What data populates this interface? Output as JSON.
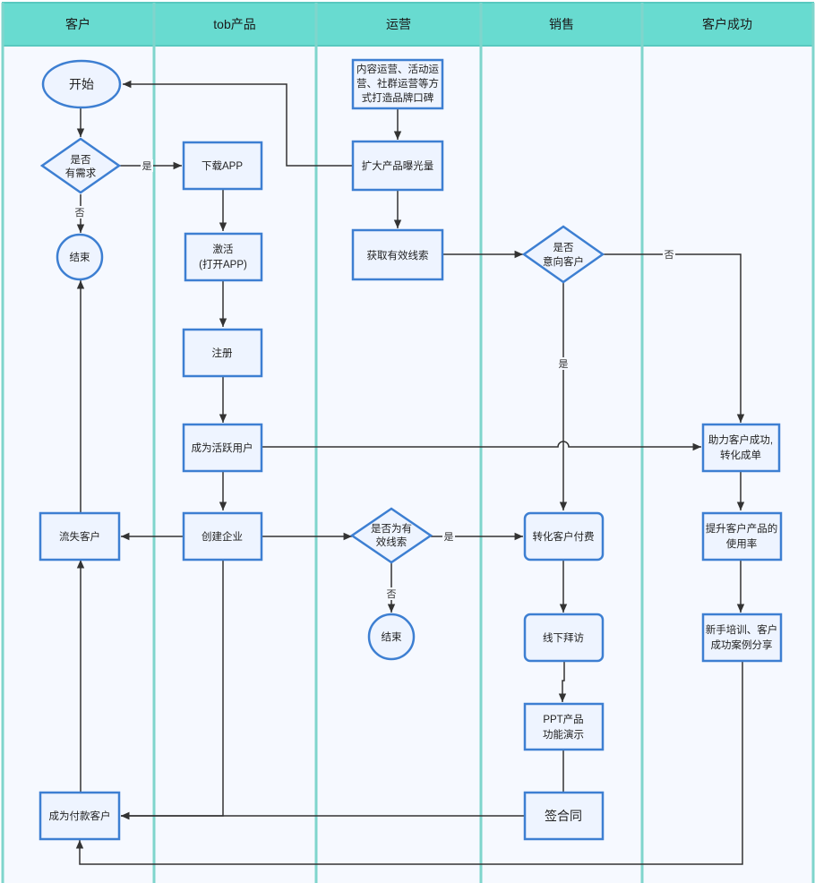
{
  "lanes": [
    "客户",
    "tob产品",
    "运营",
    "销售",
    "客户成功"
  ],
  "nodes": {
    "start": "开始",
    "need": [
      "是否",
      "有需求"
    ],
    "end1": "结束",
    "download": "下载APP",
    "activate": [
      "激活",
      "(打开APP)"
    ],
    "register": "注册",
    "active_user": "成为活跃用户",
    "create_org": "创建企业",
    "lost": "流失客户",
    "paying": "成为付款客户",
    "content_ops": [
      "内容运营、活动运",
      "营、社群运营等方",
      "式打造品牌口碑"
    ],
    "exposure": "扩大产品曝光量",
    "leads": "获取有效线索",
    "valid_lead": [
      "是否为有",
      "效线索"
    ],
    "end2": "结束",
    "intent": [
      "是否",
      "意向客户"
    ],
    "convert": "转化客户付费",
    "visit": "线下拜访",
    "ppt": [
      "PPT产品",
      "功能演示"
    ],
    "sign": "签合同",
    "help": [
      "助力客户成功,",
      "转化成单"
    ],
    "usage": [
      "提升客户产品的",
      "使用率"
    ],
    "training": [
      "新手培训、客户",
      "成功案例分享"
    ]
  },
  "edge_labels": {
    "yes": "是",
    "no": "否"
  }
}
